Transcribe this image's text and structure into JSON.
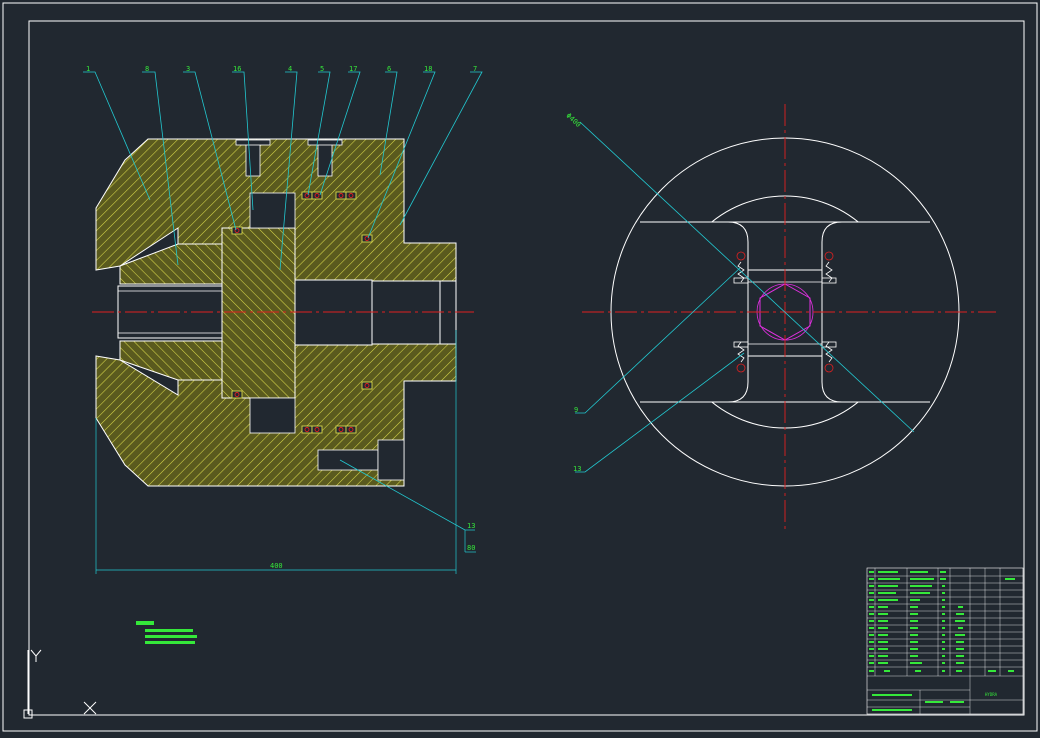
{
  "drawing": {
    "left_view_part_labels": [
      "1",
      "8",
      "3",
      "16",
      "4",
      "5",
      "17",
      "6",
      "18",
      "7"
    ],
    "bottom_labels": [
      "13",
      "80"
    ],
    "width_dimension": "400",
    "right_view_labels": [
      "Φ400",
      "9",
      "13"
    ],
    "title_block_name": "HYDRA",
    "colors": {
      "background": "#212830",
      "frame": "#ffffff",
      "hatch": "#d8d84a",
      "centerline": "#e02020",
      "leader": "#22c8d0",
      "text": "#35e83a",
      "hexagon": "#e030e0"
    }
  }
}
